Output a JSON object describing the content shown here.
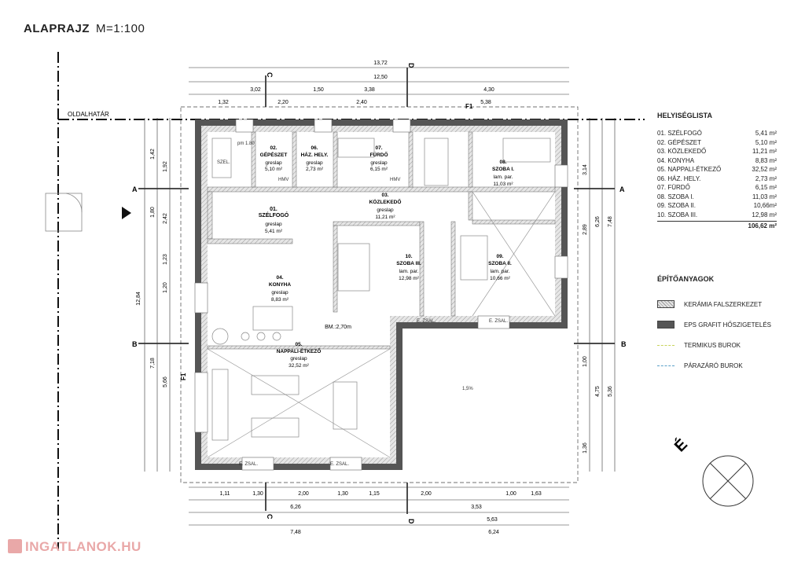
{
  "header": {
    "title": "ALAPRAJZ",
    "scale": "M=1:100"
  },
  "border_label": "OLDALHATÁR",
  "room_list": {
    "title": "HELYISÉGLISTA",
    "rooms": [
      {
        "name": "01. SZÉLFOGÓ",
        "area": "5,41 m²"
      },
      {
        "name": "02. GÉPÉSZET",
        "area": "5,10 m²"
      },
      {
        "name": "03. KÖZLEKEDŐ",
        "area": "11,21 m²"
      },
      {
        "name": "04. KONYHA",
        "area": "8,83 m²"
      },
      {
        "name": "05. NAPPALI-ÉTKEZŐ",
        "area": "32,52 m²"
      },
      {
        "name": "06. HÁZ. HELY.",
        "area": "2,73 m²"
      },
      {
        "name": "07. FÜRDŐ",
        "area": "6,15 m²"
      },
      {
        "name": "08. SZOBA I.",
        "area": "11,03 m²"
      },
      {
        "name": "09. SZOBA II.",
        "area": "10,66m²"
      },
      {
        "name": "10. SZOBA III.",
        "area": "12,98 m²"
      }
    ],
    "total": "106,62 m²"
  },
  "materials": {
    "title": "ÉPÍTŐANYAGOK",
    "items": [
      {
        "label": "KERÁMIA FALSZERKEZET",
        "kind": "hatch",
        "color": "#cfcfcf"
      },
      {
        "label": "EPS GRAFIT HŐSZIGETELÉS",
        "kind": "fill",
        "color": "#555555"
      },
      {
        "label": "TERMIKUS BUROK",
        "kind": "line",
        "color": "#c8d35a"
      },
      {
        "label": "PÁRAZÁRÓ BUROK",
        "kind": "line",
        "color": "#5aa0c8"
      }
    ]
  },
  "rooms_on_plan": [
    {
      "num": "01.",
      "name": "SZÉLFOGÓ",
      "mat": "greslap",
      "area": "5,41 m²"
    },
    {
      "num": "02.",
      "name": "GÉPÉSZET",
      "mat": "greslap",
      "area": "5,10 m²"
    },
    {
      "num": "06.",
      "name": "HÁZ. HELY.",
      "mat": "greslap",
      "area": "2,73 m²"
    },
    {
      "num": "07.",
      "name": "FÜRDŐ",
      "mat": "greslap",
      "area": "6,15 m²"
    },
    {
      "num": "03.",
      "name": "KÖZLEKEDŐ",
      "mat": "greslap",
      "area": "11,21 m²"
    },
    {
      "num": "08.",
      "name": "SZOBA I.",
      "mat": "lam. par.",
      "area": "11,03 m²"
    },
    {
      "num": "04.",
      "name": "KONYHA",
      "mat": "greslap",
      "area": "8,83 m²"
    },
    {
      "num": "10.",
      "name": "SZOBA III.",
      "mat": "lam. par.",
      "area": "12,98 m²"
    },
    {
      "num": "09.",
      "name": "SZOBA II.",
      "mat": "lam. par.",
      "area": "10,66 m²"
    },
    {
      "num": "05.",
      "name": "NAPPALI-ÉTKEZŐ",
      "mat": "greslap",
      "area": "32,52 m²"
    }
  ],
  "height_label": "BM.:2,70m",
  "section_marks": [
    "A",
    "B",
    "C",
    "D"
  ],
  "frame_marks": [
    "F1"
  ],
  "misc_labels": [
    "E. ZSAL.",
    "HMV",
    "SZEL.",
    "pm 1.80",
    "1,5%",
    "ÉSZAK"
  ],
  "top_dims": [
    "13,72",
    "12,50",
    "3,02",
    "1,50",
    "3,38",
    "4,30",
    "5,38",
    "2,20",
    "2,40",
    "1,32"
  ],
  "bottom_dims": [
    "1,11",
    "1,30",
    "2,00",
    "1,30",
    "1,15",
    "6,26",
    "3,53",
    "5,63",
    "6,24",
    "7,48",
    "2,00",
    "1,00",
    "1,63"
  ],
  "left_dims": [
    "12,84",
    "1,42",
    "1,92",
    "1,80",
    "2,42",
    "1,23",
    "1,20",
    "7,18",
    "5,66"
  ],
  "right_dims": [
    "6,26",
    "7,48",
    "3,14",
    "2,89",
    "4,75",
    "5,36",
    "1,00",
    "1,36"
  ],
  "watermark": "INGATLANOK.HU"
}
